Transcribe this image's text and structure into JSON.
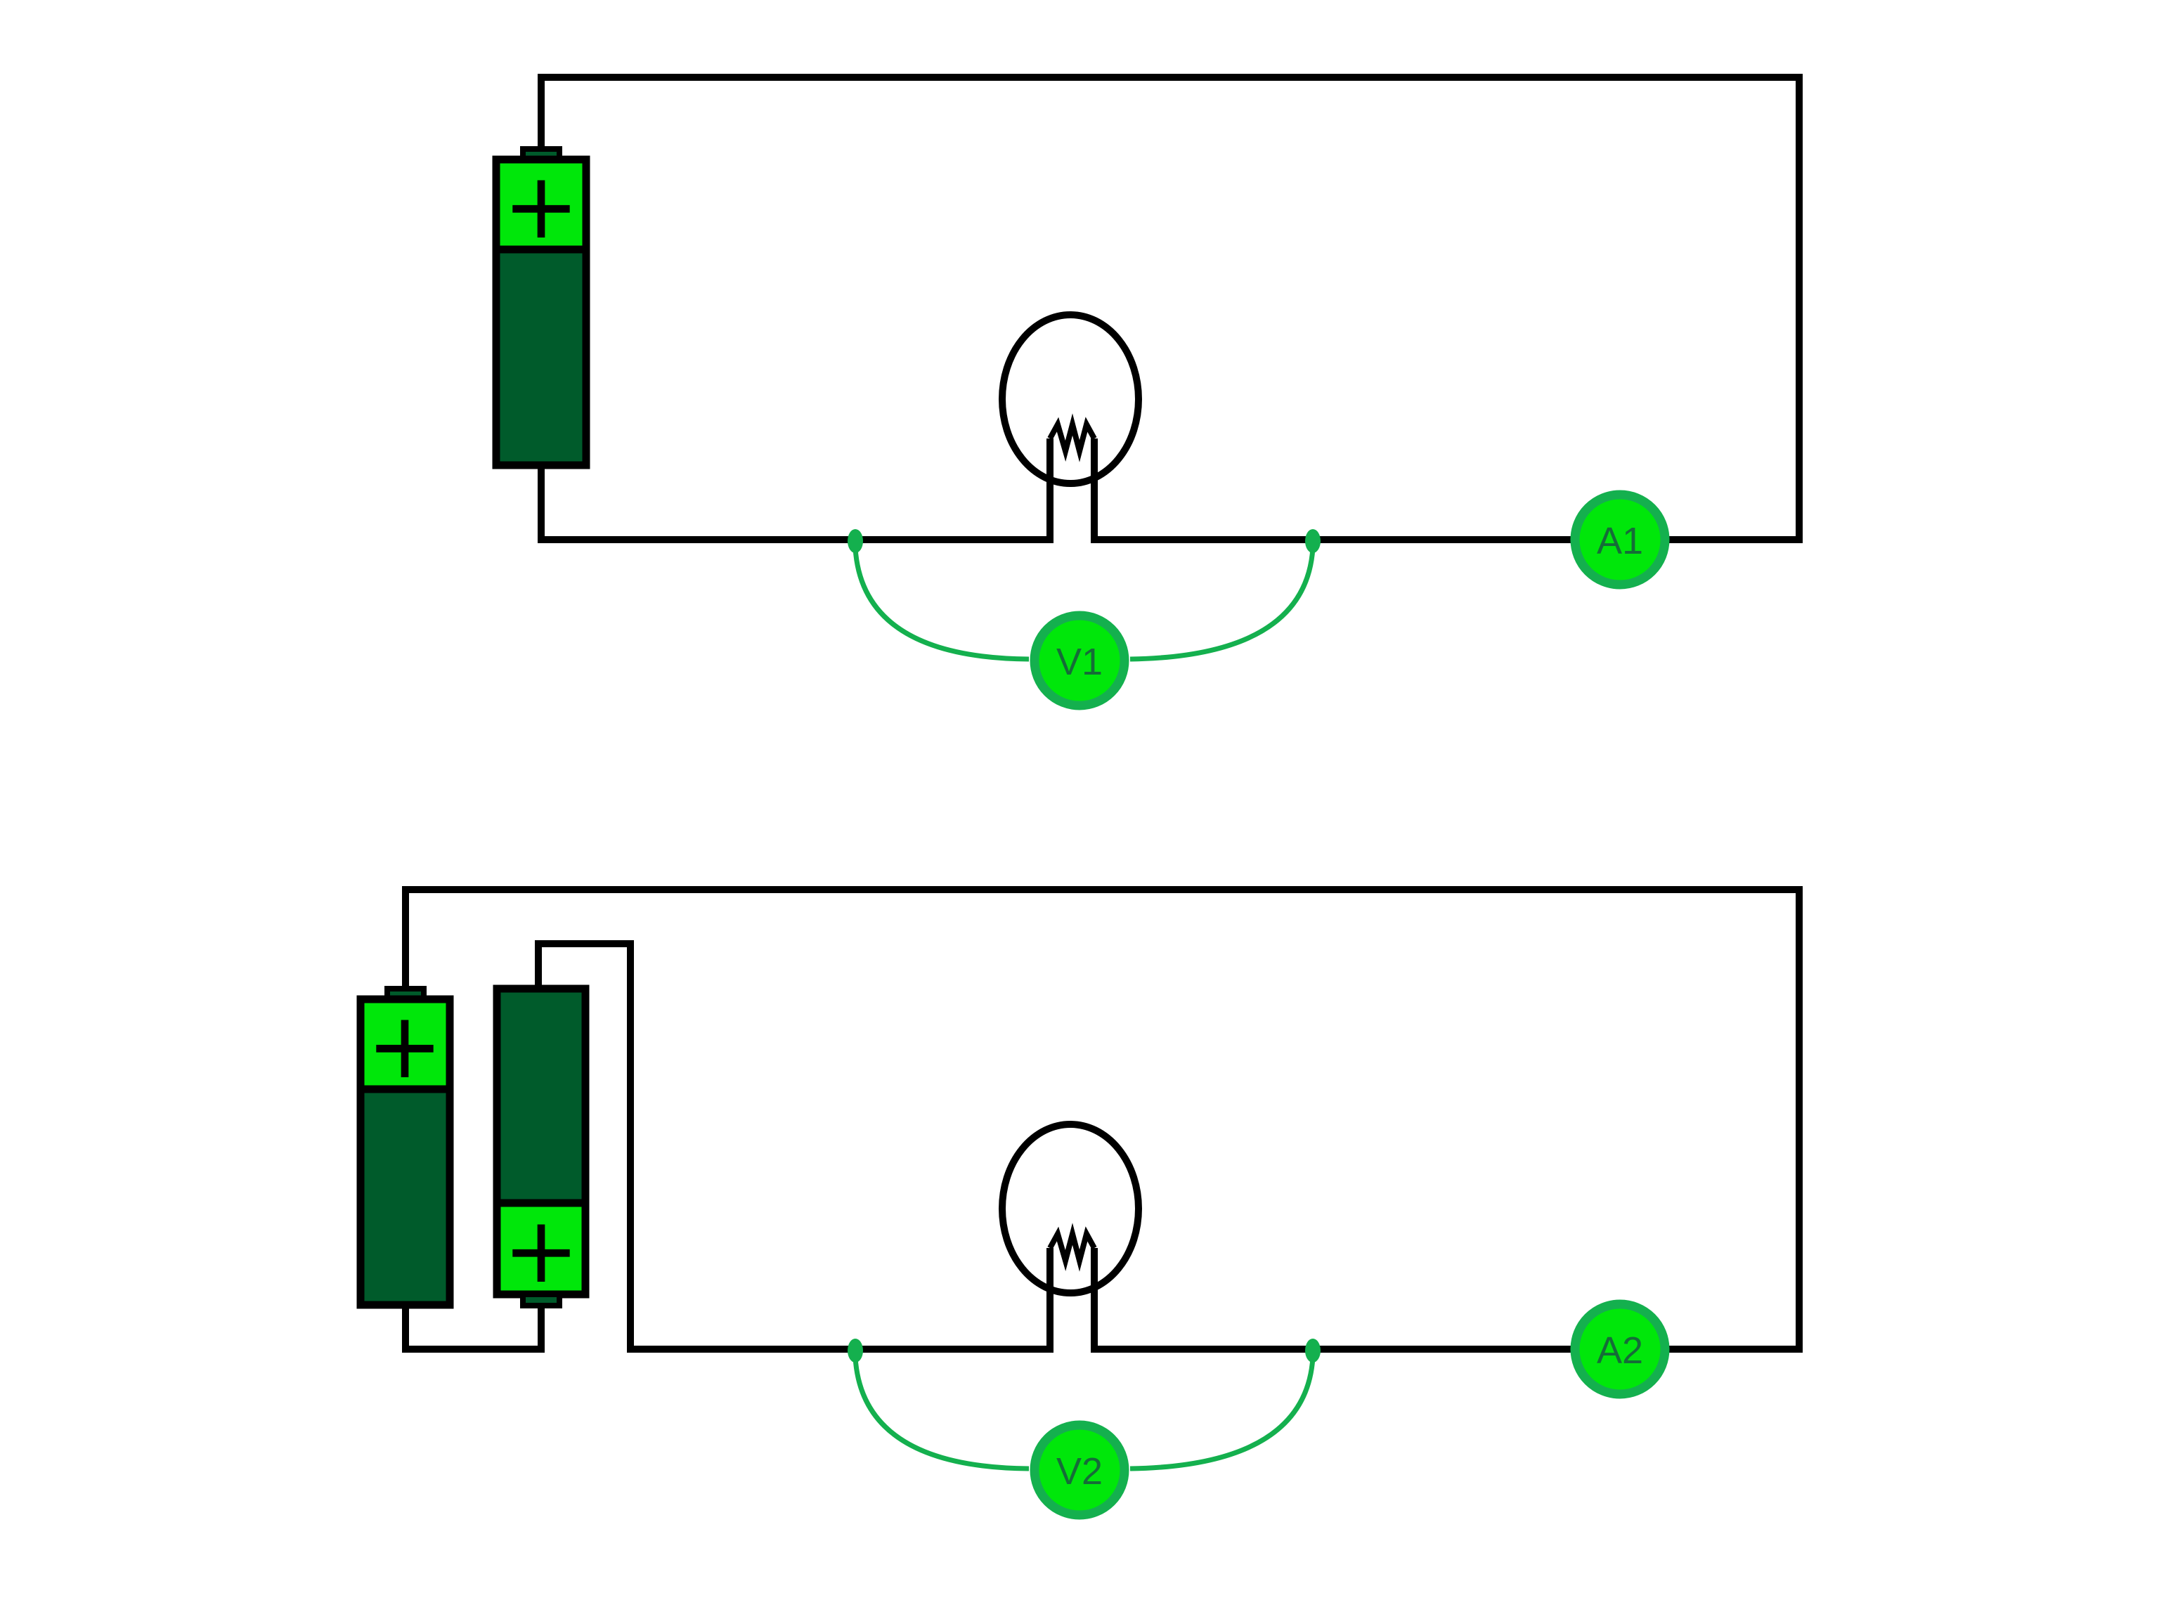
{
  "colors": {
    "background": "#ffffff",
    "wire_black": "#000000",
    "battery_bright_green": "#00e70a",
    "battery_dark_green": "#005b2b",
    "meter_ring_green": "#14b04e",
    "meter_fill_green": "#00e70a",
    "meter_text_green": "#156c38",
    "probe_wire_green": "#14b04e"
  },
  "circuit1": {
    "battery": {
      "polarity_label": "+"
    },
    "ammeter": {
      "label": "A1"
    },
    "voltmeter": {
      "label": "V1"
    }
  },
  "circuit2": {
    "battery_left": {
      "polarity_label": "+"
    },
    "battery_right": {
      "polarity_label": "+"
    },
    "ammeter": {
      "label": "A2"
    },
    "voltmeter": {
      "label": "V2"
    }
  }
}
